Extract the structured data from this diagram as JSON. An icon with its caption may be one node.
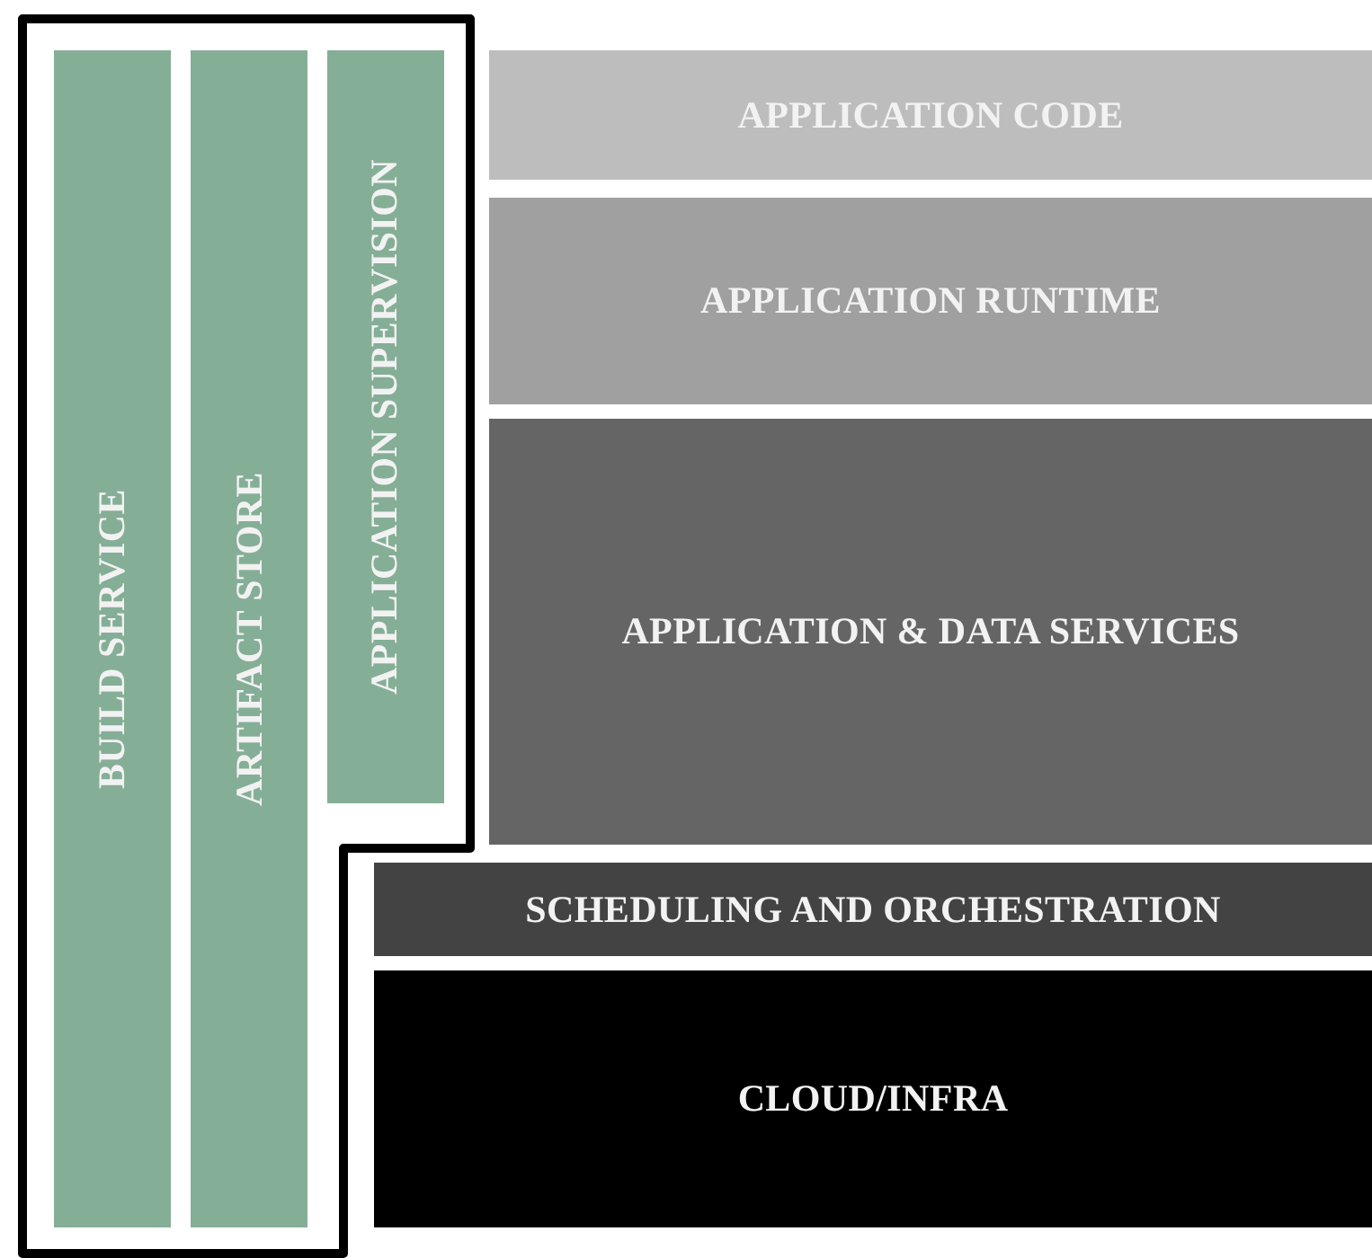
{
  "diagram": {
    "nodes": [
      {
        "text": [],
        "shape": "box"
      },
      {
        "text": [
          "BUILD SERVICE"
        ],
        "in": 0
      },
      {
        "text": [
          "ARTIFACT STORE"
        ],
        "in": 0
      },
      {
        "text": [
          "APPLICATION SUPERVISION"
        ],
        "in": 0
      },
      {
        "text": [
          "APPLICATION CODE"
        ]
      },
      {
        "text": [
          "APPLICATION RUNTIME"
        ]
      },
      {
        "text": [
          "APPLICATION & DATA SERVICES"
        ]
      },
      {
        "text": [
          "SCHEDULING AND ORCHESTRATION"
        ]
      },
      {
        "text": [
          "CLOUD/INFRA"
        ]
      }
    ]
  }
}
